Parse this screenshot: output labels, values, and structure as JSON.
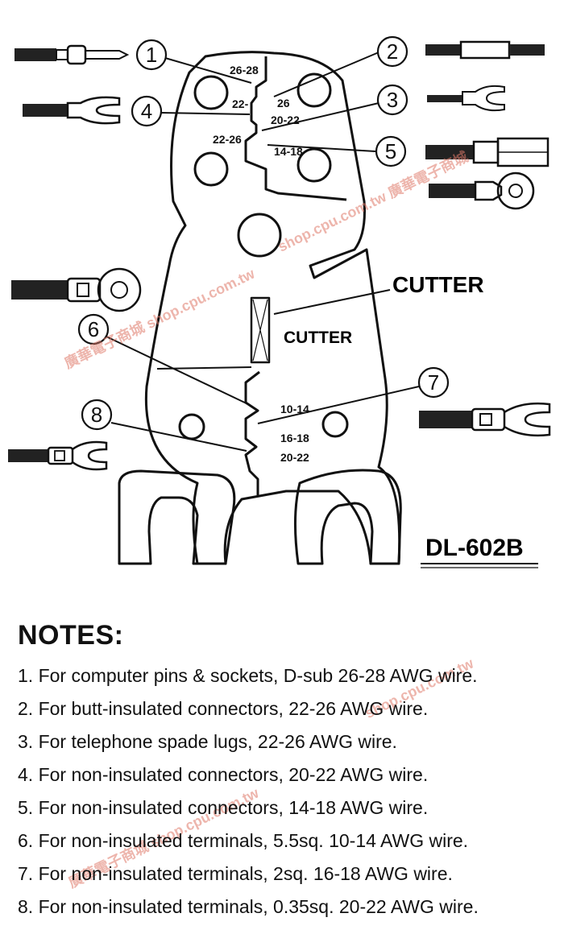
{
  "diagram": {
    "slot_labels": {
      "s26_28": "26-28",
      "s22": "22-",
      "s26": "26",
      "s20_22_top": "20-22",
      "s22_26": "22-26",
      "s14_18": "14-18",
      "s10_14": "10-14",
      "s16_18": "16-18",
      "s20_22_bottom": "20-22"
    },
    "cutter_label_outer": "CUTTER",
    "cutter_label_inner": "CUTTER",
    "model": "DL-602B",
    "callouts": [
      "1",
      "2",
      "3",
      "4",
      "5",
      "6",
      "7",
      "8"
    ]
  },
  "notes": {
    "title": "NOTES:",
    "items": [
      "1. For computer pins & sockets, D-sub 26-28 AWG wire.",
      "2. For butt-insulated connectors, 22-26 AWG wire.",
      "3. For telephone spade lugs, 22-26 AWG wire.",
      "4. For non-insulated connectors, 20-22 AWG wire.",
      "5. For non-insulated connectors, 14-18 AWG wire.",
      "6. For non-insulated terminals, 5.5sq. 10-14 AWG wire.",
      "7. For non-insulated terminals, 2sq. 16-18 AWG wire.",
      "8. For non-insulated terminals, 0.35sq. 20-22 AWG wire."
    ]
  },
  "watermark": {
    "text_1": "廣華電子商城 shop.cpu.com.tw",
    "text_2": "shop.cpu.com.tw 廣華電子商城",
    "text_3": "shop.cpu.com.tw"
  }
}
